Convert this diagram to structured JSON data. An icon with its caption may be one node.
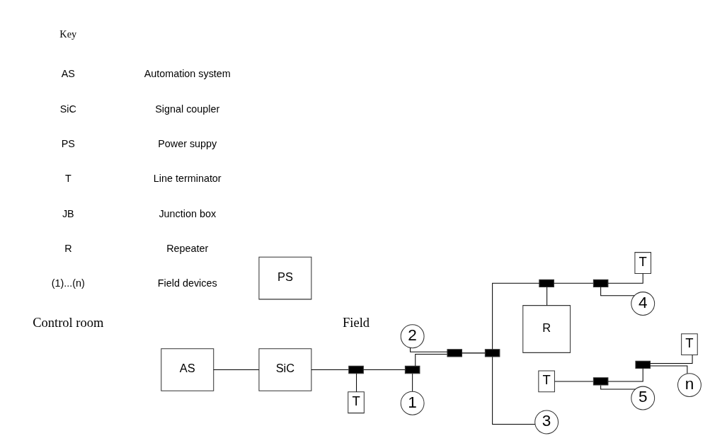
{
  "diagram": {
    "nodes": [
      {
        "text": [
          "AS"
        ]
      },
      {
        "text": [
          "SiC"
        ]
      },
      {
        "text": [
          "PS"
        ]
      },
      {
        "text": [
          "T"
        ]
      },
      {
        "text": [],
        "shape": "box"
      },
      {
        "text": [],
        "shape": "box"
      },
      {
        "text": [],
        "shape": "box"
      },
      {
        "text": [],
        "shape": "box"
      },
      {
        "text": [],
        "shape": "box"
      },
      {
        "text": [],
        "shape": "box"
      },
      {
        "text": [
          "T"
        ]
      },
      {
        "text": [
          "R"
        ]
      },
      {
        "text": [
          "T"
        ]
      },
      {
        "text": [],
        "shape": "box"
      },
      {
        "text": [],
        "shape": "box"
      },
      {
        "text": [
          "T"
        ]
      },
      {
        "text": [
          "1"
        ]
      },
      {
        "text": [
          "2"
        ]
      },
      {
        "text": [
          "3"
        ]
      },
      {
        "text": [
          "4"
        ]
      },
      {
        "text": [
          "5"
        ]
      },
      {
        "text": [
          "n"
        ]
      }
    ],
    "edges": [
      {
        "from": 0,
        "to": 1,
        "arrow": "none"
      },
      {
        "from": 1,
        "to": 4,
        "arrow": "none"
      },
      {
        "from": 4,
        "to": 3,
        "arrow": "none"
      },
      {
        "from": 4,
        "to": 5,
        "arrow": "none"
      },
      {
        "from": 5,
        "to": 16,
        "arrow": "none"
      },
      {
        "from": 5,
        "to": 6,
        "arrow": "none"
      },
      {
        "from": 6,
        "to": 17,
        "arrow": "none"
      },
      {
        "from": 6,
        "to": 7,
        "arrow": "none"
      },
      {
        "from": 7,
        "to": 18,
        "arrow": "none"
      },
      {
        "from": 7,
        "to": 8,
        "arrow": "none"
      },
      {
        "from": 8,
        "to": 9,
        "arrow": "none"
      },
      {
        "from": 9,
        "to": 19,
        "arrow": "none"
      },
      {
        "from": 9,
        "to": 10,
        "arrow": "none"
      },
      {
        "from": 8,
        "to": 11,
        "arrow": "none"
      },
      {
        "from": 12,
        "to": 13,
        "arrow": "none"
      },
      {
        "from": 13,
        "to": 20,
        "arrow": "none"
      },
      {
        "from": 13,
        "to": 14,
        "arrow": "none"
      },
      {
        "from": 14,
        "to": 21,
        "arrow": "none"
      },
      {
        "from": 14,
        "to": 15,
        "arrow": "none"
      }
    ],
    "labels": [
      "Control room",
      "Field",
      "Key",
      "AS",
      "Automation system",
      "SiC",
      "Signal coupler",
      "PS",
      "Power suppy",
      "T",
      "Line terminator",
      "JB",
      "Junction box",
      "R",
      "Repeater",
      "(1)...(n)",
      "Field devices"
    ]
  }
}
